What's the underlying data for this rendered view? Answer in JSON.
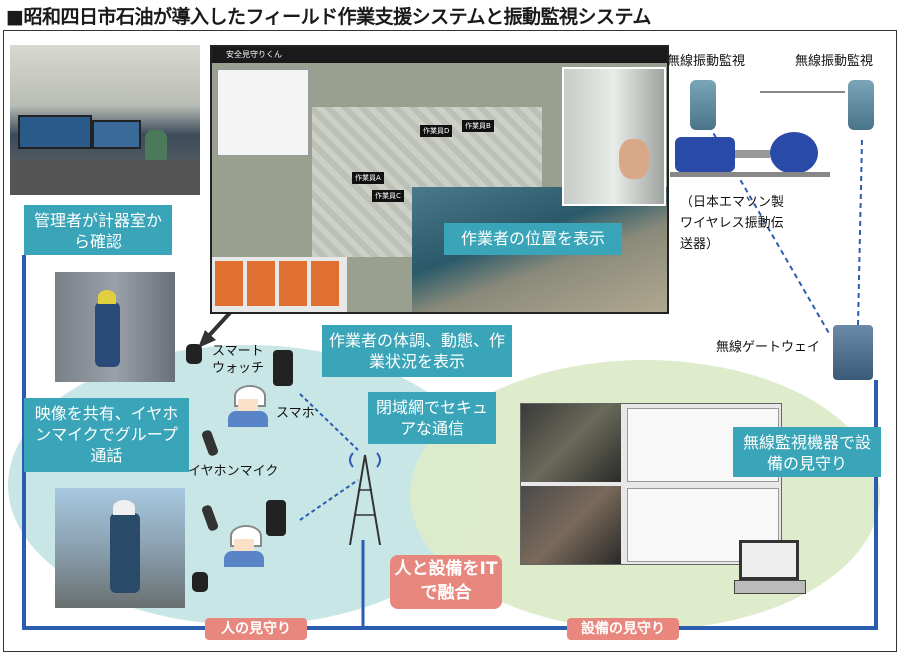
{
  "title": "■昭和四日市石油が導入したフィールド作業支援システムと振動監視システム",
  "callouts": {
    "manager": "管理者が計器室から確認",
    "position": "作業者の位置を表示",
    "condition": "作業者の体調、動態、作業状況を表示",
    "share": "映像を共有、イヤホンマイクでグループ通話",
    "network": "閉域網でセキュアな通信",
    "monitor": "無線監視機器で設備の見守り",
    "center": "人と設備をITで融合"
  },
  "labels": {
    "vibration_left": "無線振動監視",
    "vibration_right": "無線振動監視",
    "emerson": "（日本エマソン製ワイヤレス振動伝送器）",
    "gateway": "無線ゲートウェイ",
    "smartwatch": "スマートウォッチ",
    "smartphone": "スマホ",
    "earphone": "イヤホンマイク"
  },
  "footer": {
    "people": "人の見守り",
    "equipment": "設備の見守り"
  },
  "screen": {
    "app_title": "安全見守りくん",
    "workers": [
      "作業員D",
      "作業員B",
      "作業員A",
      "作業員C"
    ]
  },
  "colors": {
    "teal": "#3aa5b8",
    "salmon": "#e8877e",
    "blue_line": "#2a5cb0",
    "green_blob": "#dcebc9",
    "teal_blob": "#c9e6e6"
  }
}
